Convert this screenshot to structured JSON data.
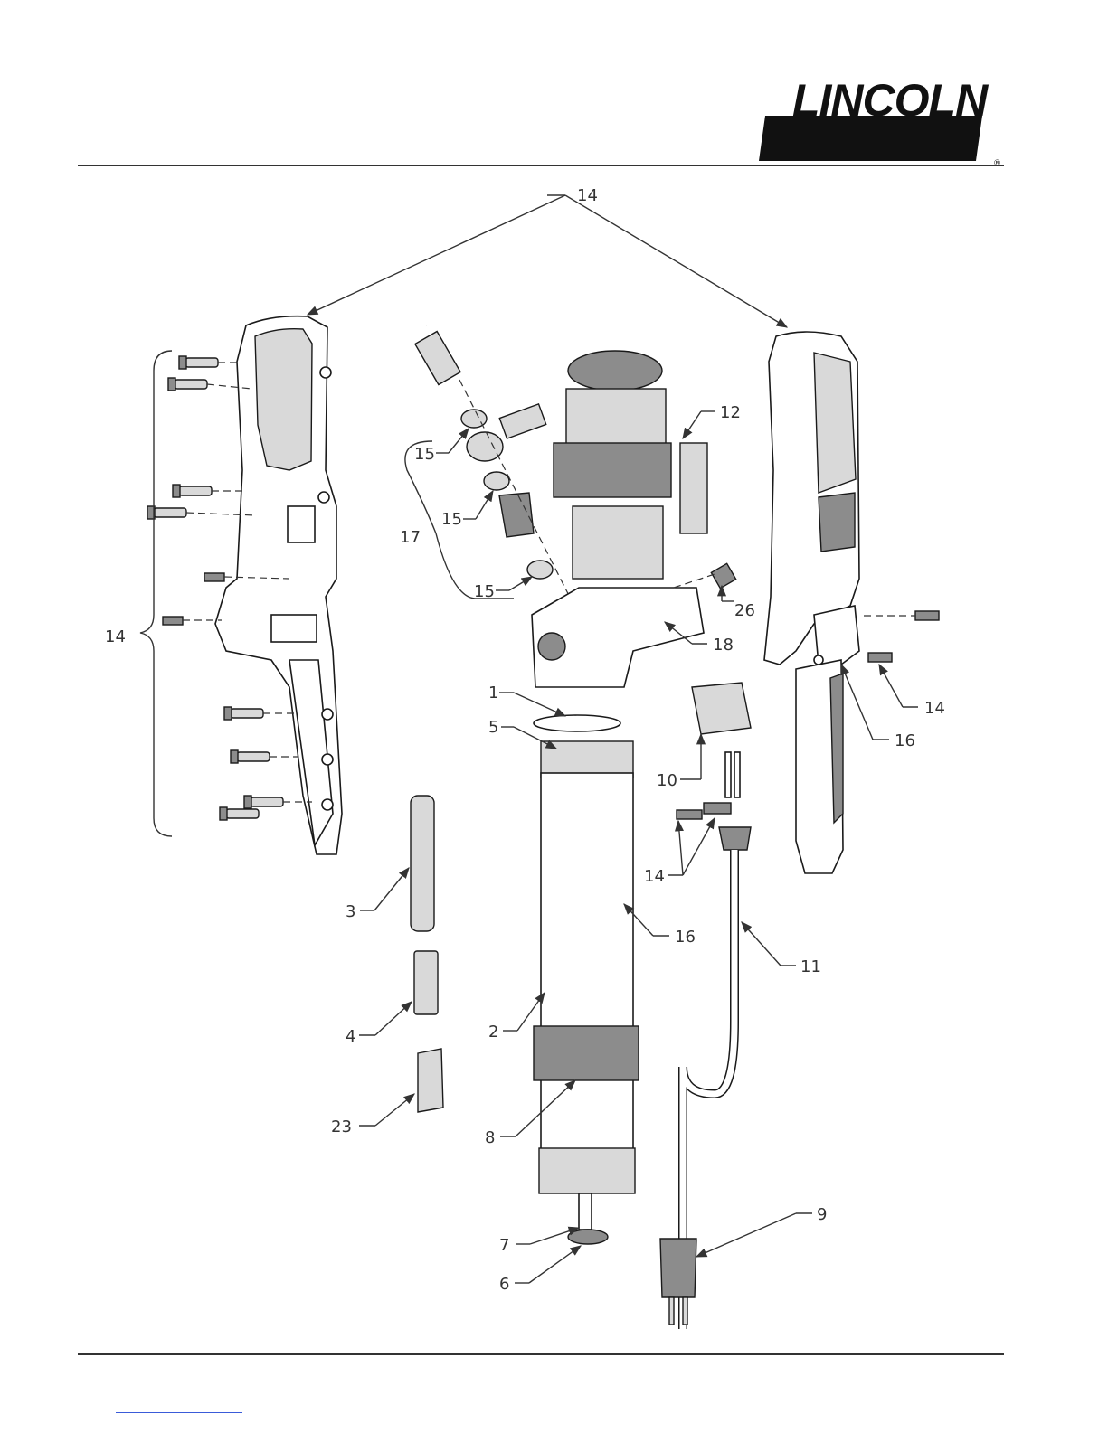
{
  "brand": {
    "logo_text": "LINCOLN",
    "registered_mark": "®"
  },
  "colors": {
    "ink": "#1a1a1a",
    "rule": "#333333",
    "light_fill": "#d9d9d9",
    "mid_fill": "#8c8c8c",
    "link": "#3a5bd9"
  },
  "callouts": [
    {
      "id": "c14-top",
      "label": "14"
    },
    {
      "id": "c12",
      "label": "12"
    },
    {
      "id": "c15-a",
      "label": "15"
    },
    {
      "id": "c15-b",
      "label": "15"
    },
    {
      "id": "c15-c",
      "label": "15"
    },
    {
      "id": "c17",
      "label": "17"
    },
    {
      "id": "c26",
      "label": "26"
    },
    {
      "id": "c18",
      "label": "18"
    },
    {
      "id": "c14-left",
      "label": "14"
    },
    {
      "id": "c14-right",
      "label": "14"
    },
    {
      "id": "c16-right",
      "label": "16"
    },
    {
      "id": "c1",
      "label": "1"
    },
    {
      "id": "c5",
      "label": "5"
    },
    {
      "id": "c10",
      "label": "10"
    },
    {
      "id": "c14-cord",
      "label": "14"
    },
    {
      "id": "c3",
      "label": "3"
    },
    {
      "id": "c16-tube",
      "label": "16"
    },
    {
      "id": "c11",
      "label": "11"
    },
    {
      "id": "c4",
      "label": "4"
    },
    {
      "id": "c2",
      "label": "2"
    },
    {
      "id": "c23",
      "label": "23"
    },
    {
      "id": "c8",
      "label": "8"
    },
    {
      "id": "c9",
      "label": "9"
    },
    {
      "id": "c7",
      "label": "7"
    },
    {
      "id": "c6",
      "label": "6"
    }
  ]
}
